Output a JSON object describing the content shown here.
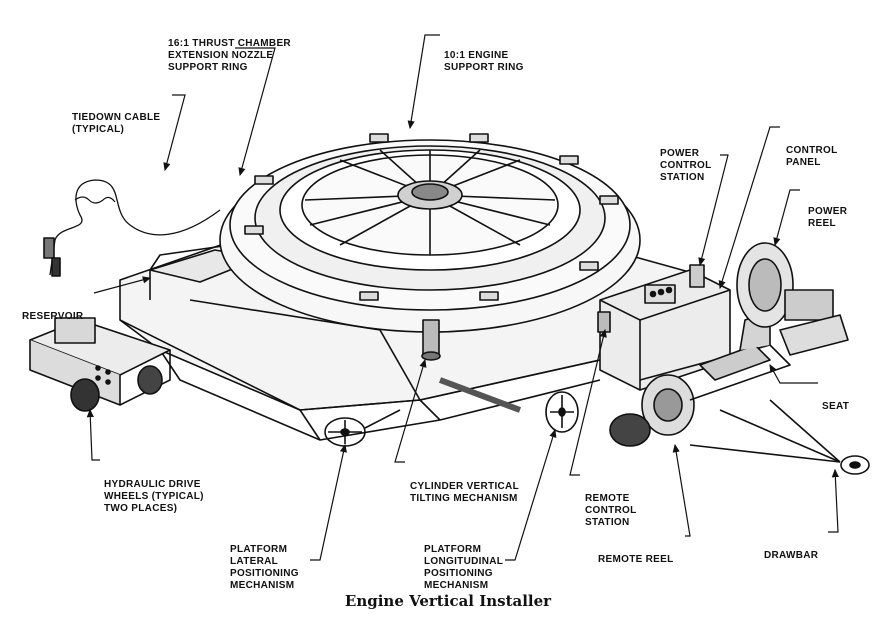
{
  "labels": {
    "thrust_chamber": [
      "16:1 THRUST CHAMBER",
      "EXTENSION NOZZLE",
      "SUPPORT RING"
    ],
    "engine_ring": [
      "10:1 ENGINE",
      "SUPPORT RING"
    ],
    "tiedown": [
      "TIEDOWN CABLE",
      "(TYPICAL)"
    ],
    "reservoir": [
      "RESERVOIR"
    ],
    "power_station": [
      "POWER",
      "CONTROL",
      "STATION"
    ],
    "control_panel": [
      "CONTROL",
      "PANEL"
    ],
    "power_reel": [
      "POWER",
      "REEL"
    ],
    "seat": [
      "SEAT"
    ],
    "hydraulic": [
      "HYDRAULIC DRIVE",
      "WHEELS (TYPICAL)",
      "TWO PLACES)"
    ],
    "cylinder": [
      "CYLINDER VERTICAL",
      "TILTING MECHANISM"
    ],
    "remote_station": [
      "REMOTE",
      "CONTROL",
      "STATION"
    ],
    "lateral": [
      "PLATFORM",
      "LATERAL",
      "POSITIONING",
      "MECHANISM"
    ],
    "longitudinal": [
      "PLATFORM",
      "LONGITUDINAL",
      "POSITIONING",
      "MECHANISM"
    ],
    "remote_reel": [
      "REMOTE REEL"
    ],
    "drawbar": [
      "DRAWBAR"
    ]
  },
  "caption": "Engine Vertical Installer"
}
